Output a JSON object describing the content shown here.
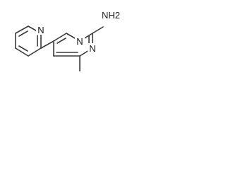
{
  "atoms": [
    {
      "id": "N_py",
      "label": "N"
    },
    {
      "id": "N_pm1",
      "label": "N"
    },
    {
      "id": "N_pm3",
      "label": "N"
    },
    {
      "id": "NH2",
      "label": "NH2"
    }
  ],
  "colors": {
    "bond": "#3a3a3a",
    "atom_text": "#1a1a1a",
    "background": "#ffffff"
  }
}
